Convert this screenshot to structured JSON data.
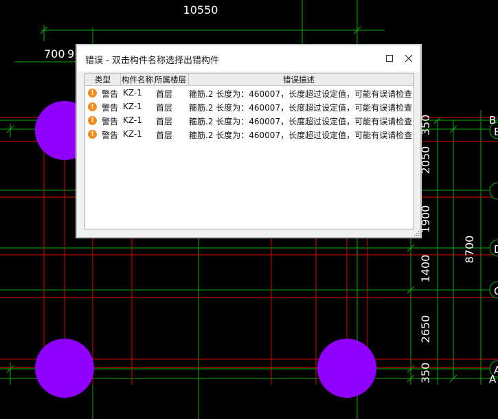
{
  "drawing": {
    "dimension_labels": [
      "10550",
      "700",
      "9",
      "350",
      "2050",
      "1900",
      "1400",
      "2650",
      "350",
      "8700"
    ],
    "axis_labels": [
      "B",
      "E",
      "D",
      "C",
      "A",
      "A"
    ]
  },
  "dialog": {
    "title": "错误 - 双击构件名称选择出错构件",
    "columns": [
      "类型",
      "构件名称",
      "所属楼层",
      "错误描述"
    ],
    "rows": [
      {
        "icon": "warning-icon",
        "type": "警告",
        "name": "KZ-1",
        "floor": "首层",
        "desc": "箍筋.2 长度为：460007，长度超过设定值，可能有误请检查"
      },
      {
        "icon": "warning-icon",
        "type": "警告",
        "name": "KZ-1",
        "floor": "首层",
        "desc": "箍筋.2 长度为：460007，长度超过设定值，可能有误请检查"
      },
      {
        "icon": "warning-icon",
        "type": "警告",
        "name": "KZ-1",
        "floor": "首层",
        "desc": "箍筋.2 长度为：460007，长度超过设定值，可能有误请检查"
      },
      {
        "icon": "warning-icon",
        "type": "警告",
        "name": "KZ-1",
        "floor": "首层",
        "desc": "箍筋.2 长度为：460007，长度超过设定值，可能有误请检查"
      }
    ]
  },
  "colors": {
    "grid_red": "#ff0000",
    "dim_green": "#00c000",
    "column_purple": "#8f00ff",
    "warning_orange": "#f28b22"
  }
}
